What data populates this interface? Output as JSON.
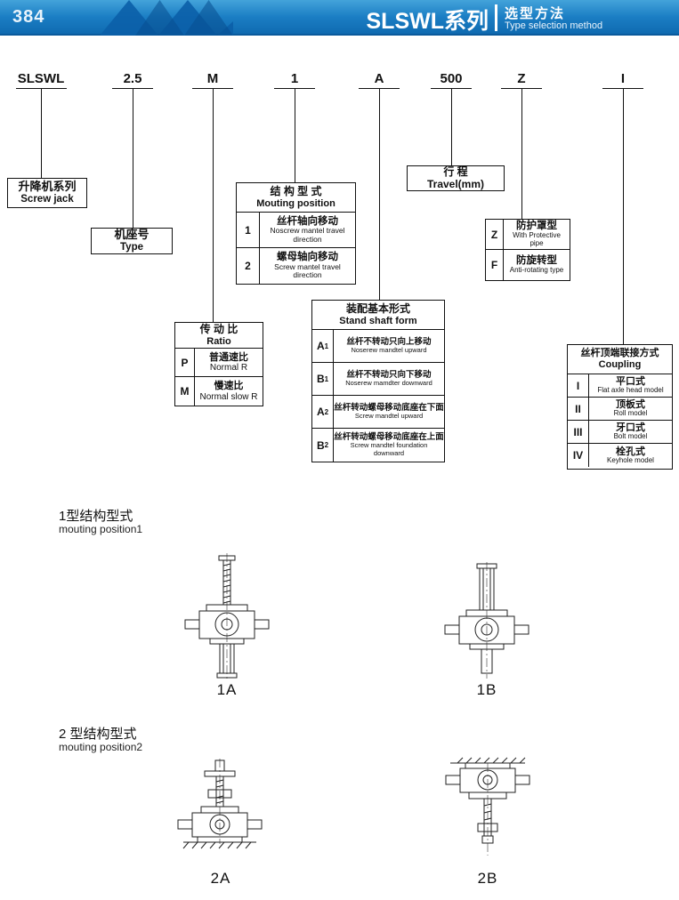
{
  "page": {
    "number": "384",
    "series_title": "SLSWL系列",
    "subtitle_cn": "选型方法",
    "subtitle_en": "Type selection method"
  },
  "code_row": [
    "SLSWL",
    "2.5",
    "M",
    "1",
    "A",
    "500",
    "Z",
    "I"
  ],
  "boxes": {
    "screw_jack": {
      "cn": "升降机系列",
      "en": "Screw jack"
    },
    "type": {
      "cn": "机座号",
      "en": "Type"
    },
    "ratio": {
      "header_cn": "传 动 比",
      "header_en": "Ratio",
      "rows": [
        {
          "code": "P",
          "cn": "普通速比",
          "en": "Normal R"
        },
        {
          "code": "M",
          "cn": "慢速比",
          "en": "Normal slow R"
        }
      ]
    },
    "mouting_position": {
      "header_cn": "结 构 型 式",
      "header_en": "Mouting position",
      "rows": [
        {
          "code": "1",
          "cn": "丝杆轴向移动",
          "en": "Noscrew mantel travel direction"
        },
        {
          "code": "2",
          "cn": "螺母轴向移动",
          "en": "Screw mantel travel direction"
        }
      ]
    },
    "stand_shaft": {
      "header_cn": "装配基本形式",
      "header_en": "Stand shaft form",
      "rows": [
        {
          "code": "A",
          "sub": "1",
          "cn": "丝杆不转动只向上移动",
          "en": "Noserew mandtel upward"
        },
        {
          "code": "B",
          "sub": "1",
          "cn": "丝杆不转动只向下移动",
          "en": "Noserew mamdter downward"
        },
        {
          "code": "A",
          "sub": "2",
          "cn": "丝杆转动螺母移动底座在下面",
          "en": "Screw mandtel upward"
        },
        {
          "code": "B",
          "sub": "2",
          "cn": "丝杆转动螺母移动底座在上面",
          "en": "Screw mandtel foundation downward"
        }
      ]
    },
    "travel": {
      "cn": "行 程",
      "en": "Travel(mm)"
    },
    "protection": {
      "rows": [
        {
          "code": "Z",
          "cn": "防护罩型",
          "en": "With Protective pipe"
        },
        {
          "code": "F",
          "cn": "防旋转型",
          "en": "Anti-rotating type"
        }
      ]
    },
    "coupling": {
      "header_cn": "丝杆顶端联接方式",
      "header_en": "Coupling",
      "rows": [
        {
          "code": "I",
          "cn": "平口式",
          "en": "Flat axle head model"
        },
        {
          "code": "II",
          "cn": "顶板式",
          "en": "Roll model"
        },
        {
          "code": "III",
          "cn": "牙口式",
          "en": "Bolt model"
        },
        {
          "code": "IV",
          "cn": "栓孔式",
          "en": "Keyhole model"
        }
      ]
    }
  },
  "sections": [
    {
      "title_cn": "1型结构型式",
      "title_en": "mouting position1",
      "figures": [
        "1A",
        "1B"
      ]
    },
    {
      "title_cn": "2 型结构型式",
      "title_en": "mouting position2",
      "figures": [
        "2A",
        "2B"
      ]
    }
  ],
  "colors": {
    "header_blue": "#1b7ec4",
    "header_dark_blue": "#0b5fa8",
    "line_black": "#111111"
  }
}
